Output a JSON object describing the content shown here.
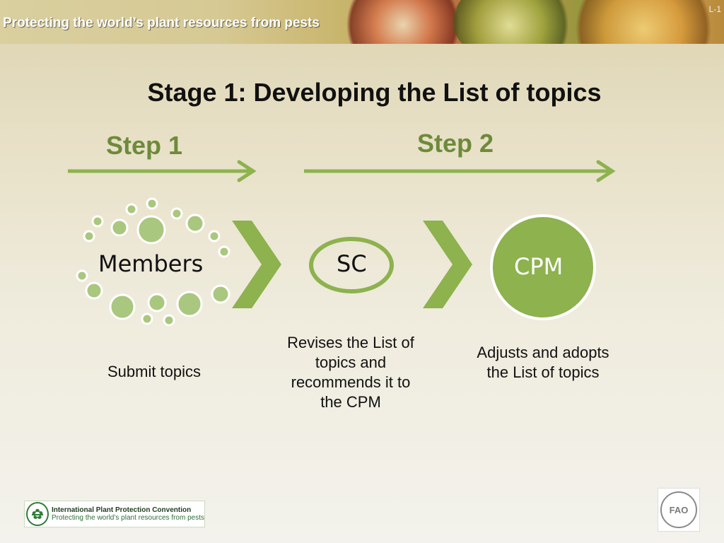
{
  "header": {
    "title": "Protecting the world’s plant resources from pests",
    "page_number": "L-1"
  },
  "slide": {
    "title": "Stage 1: Developing the List of topics",
    "step1_label": "Step 1",
    "step2_label": "Step 2"
  },
  "nodes": {
    "members": {
      "label": "Members",
      "description": "Submit topics"
    },
    "sc": {
      "label": "SC",
      "description": "Revises the List of topics and recommends it to the CPM"
    },
    "cpm": {
      "label": "CPM",
      "description": "Adjusts and adopts the List of topics"
    }
  },
  "footer": {
    "ippc_name": "International Plant Protection Convention",
    "ippc_tagline": "Protecting the world’s plant resources from pests",
    "fao_text": "FAO"
  },
  "colors": {
    "accent_green": "#8db24e",
    "label_green": "#6e8a3a",
    "dot_fill": "#a9c77e"
  }
}
